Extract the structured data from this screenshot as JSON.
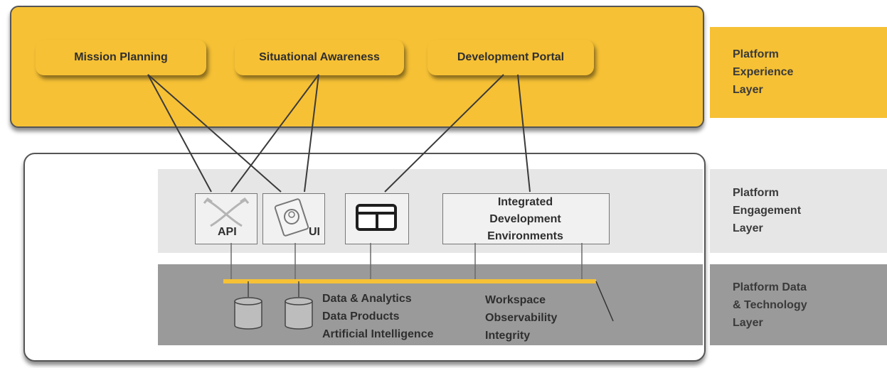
{
  "experience_layer": {
    "items": [
      {
        "label": "Mission Planning"
      },
      {
        "label": "Situational Awareness"
      },
      {
        "label": "Development Portal"
      }
    ]
  },
  "engagement_layer": {
    "api_label": "API",
    "ui_label": "UI",
    "ide_lines": [
      "Integrated",
      "Development",
      "Environments"
    ]
  },
  "data_layer": {
    "left_items": [
      "Data & Analytics",
      "Data Products",
      "Artificial Intelligence"
    ],
    "right_items": [
      "Workspace",
      "Observability",
      "Integrity"
    ]
  },
  "layer_labels": [
    {
      "lines": [
        "Platform",
        "Experience",
        "Layer"
      ]
    },
    {
      "lines": [
        "Platform",
        "Engagement",
        "Layer"
      ]
    },
    {
      "lines": [
        "Platform Data",
        "& Technology",
        "Layer"
      ]
    }
  ],
  "colors": {
    "accent": "#f6c135",
    "engagement_band": "#e6e6e6",
    "data_band": "#9a9a9a"
  }
}
